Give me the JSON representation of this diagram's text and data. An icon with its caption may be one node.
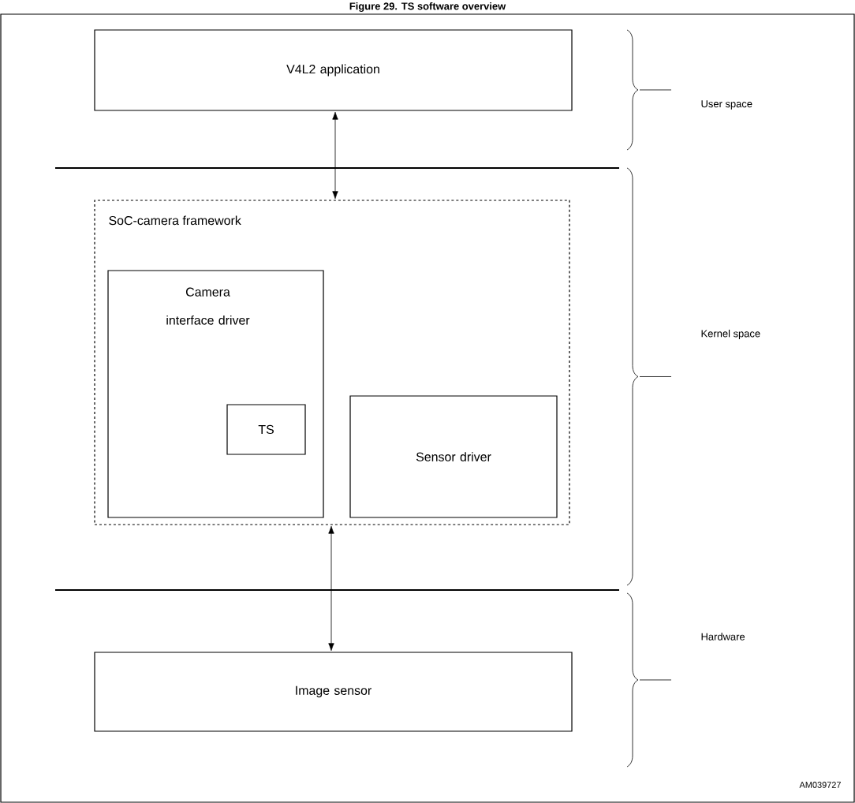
{
  "diagram": {
    "title": "Figure 29. TS software overview",
    "nodes": [
      {
        "text": [
          "V4L2 application"
        ]
      },
      {
        "text": [
          "SoC-camera framework"
        ]
      },
      {
        "text": [
          "Camera interface driver"
        ],
        "in": 1
      },
      {
        "text": [
          "TS"
        ],
        "in": 2
      },
      {
        "text": [
          "Sensor driver"
        ],
        "in": 1
      },
      {
        "text": [
          "Image sensor"
        ]
      }
    ],
    "edges": [
      {
        "from": 0,
        "to": 1,
        "arrow": "both"
      },
      {
        "from": 1,
        "to": 5,
        "arrow": "both"
      }
    ],
    "labels": [
      "User space",
      "Kernel space",
      "Hardware",
      "AM039727"
    ]
  }
}
